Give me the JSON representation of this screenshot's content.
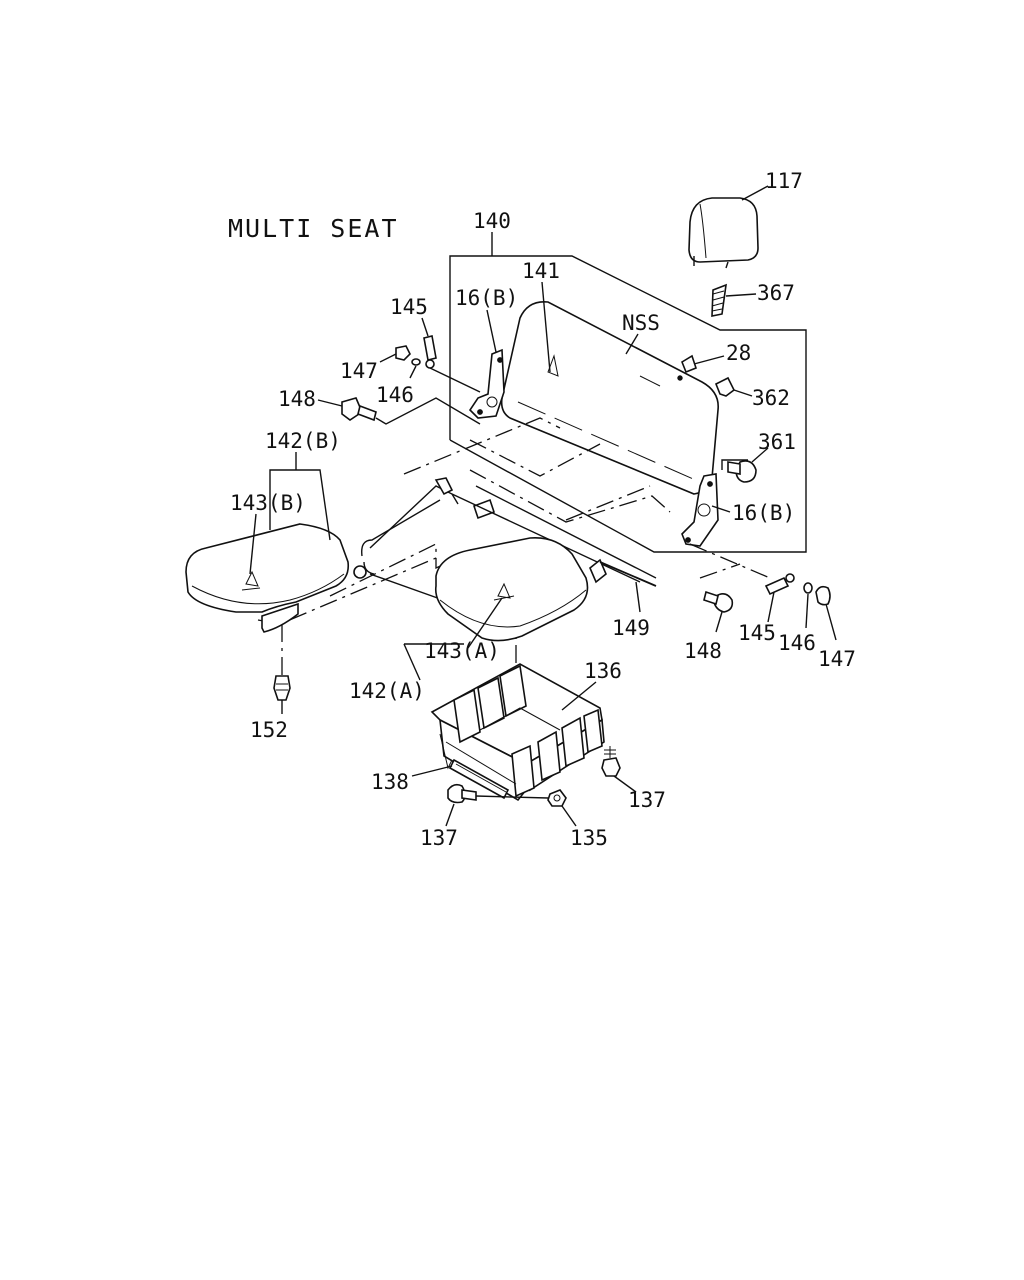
{
  "title": "MULTI SEAT",
  "labels": {
    "l117": "117",
    "l140": "140",
    "l141": "141",
    "l367": "367",
    "l145a": "145",
    "l16b_top": "16(B)",
    "nss": "NSS",
    "l28": "28",
    "l147a": "147",
    "l146a": "146",
    "l362": "362",
    "l148a": "148",
    "l361": "361",
    "l142b": "142(B)",
    "l143b": "143(B)",
    "l16b_right": "16(B)",
    "l149": "149",
    "l148b": "148",
    "l145b": "145",
    "l146b": "146",
    "l147b": "147",
    "l143a": "143(A)",
    "l136": "136",
    "l142a": "142(A)",
    "l152": "152",
    "l138": "138",
    "l137a": "137",
    "l137b": "137",
    "l135": "135"
  }
}
